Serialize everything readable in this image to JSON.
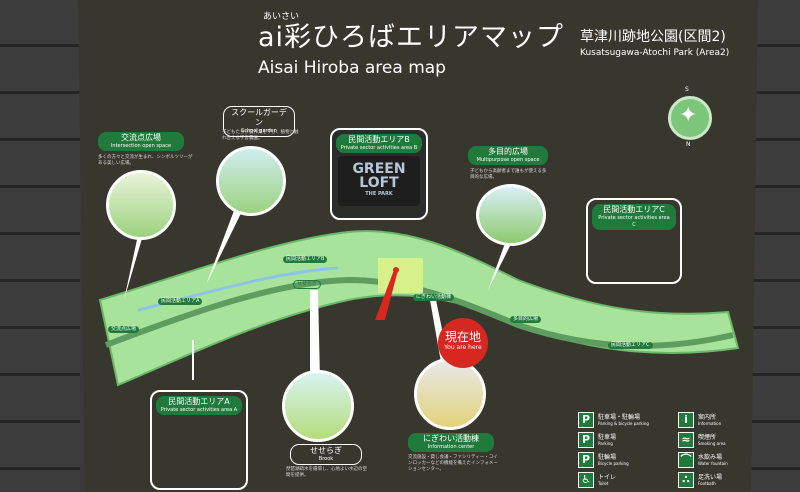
{
  "title": {
    "ruby": "あいさい",
    "main": "ai彩ひろばエリアマップ",
    "english": "Aisai Hiroba area map",
    "park": "草津川跡地公園(区間2)",
    "park_english": "Kusatsugawa-Atochi Park (Area2)"
  },
  "spots": {
    "intersection": {
      "ja": "交流点広場",
      "en": "Intersection open space",
      "desc": "多くの方々と交流が生まれ、シンボルツリーがある美しい広場。"
    },
    "school": {
      "ja": "スクールガーデン",
      "en": "School garden",
      "desc": "子どもたちが農作業を学び、植物と触れ合える学習農園。"
    },
    "area_b": {
      "ja": "民間活動エリアB",
      "en": "Private sector activities area B",
      "logo1": "GREEN",
      "logo2": "LOFT",
      "logo3": "THE PARK"
    },
    "multi": {
      "ja": "多目的広場",
      "en": "Multipurpose open space",
      "desc": "子どもから高齢者まで誰もが使える多目的な広場。"
    },
    "area_c": {
      "ja": "民間活動エリアC",
      "en": "Private sector activities area C"
    },
    "area_a": {
      "ja": "民間活動エリアA",
      "en": "Private sector activities area A"
    },
    "brook": {
      "ja": "せせらぎ",
      "en": "Brook",
      "desc": "琵琶湖疏水を循環し、心地よい水辺の空間を提供。"
    },
    "info": {
      "ja": "にぎわい活動棟",
      "en": "Information center",
      "desc": "交流施設・貸し会議・ファシリティー・コインロッカーなどの機能を備えたインフォメーションセンター。"
    }
  },
  "here": {
    "ja": "現在地",
    "en": "You are here"
  },
  "map_labels": [
    "民間活動エリアA",
    "民間活動エリアB",
    "にぎわい活動棟",
    "多目的広場",
    "民間活動エリアC",
    "交流点広場",
    "せせらぎ"
  ],
  "legend": [
    {
      "icon": "P",
      "ja": "駐車場・駐輪場",
      "en": "Parking & bicycle parking"
    },
    {
      "icon": "P",
      "ja": "駐車場",
      "en": "Parking"
    },
    {
      "icon": "P",
      "ja": "駐輪場",
      "en": "Bicycle parking"
    },
    {
      "icon": "♿",
      "ja": "トイレ",
      "en": "Toilet"
    },
    {
      "icon": "i",
      "ja": "案内所",
      "en": "Information"
    },
    {
      "icon": "≈",
      "ja": "喫煙所",
      "en": "Smoking area"
    },
    {
      "icon": "⌒",
      "ja": "水飲み場",
      "en": "Water fountain"
    },
    {
      "icon": "∴",
      "ja": "足洗い場",
      "en": "Footbath"
    }
  ],
  "compass": {
    "north": "N",
    "south": "S"
  },
  "colors": {
    "sign": "#37372e",
    "green": "#1f7a3c",
    "map": "#a7e39a",
    "here": "#d6281f"
  }
}
